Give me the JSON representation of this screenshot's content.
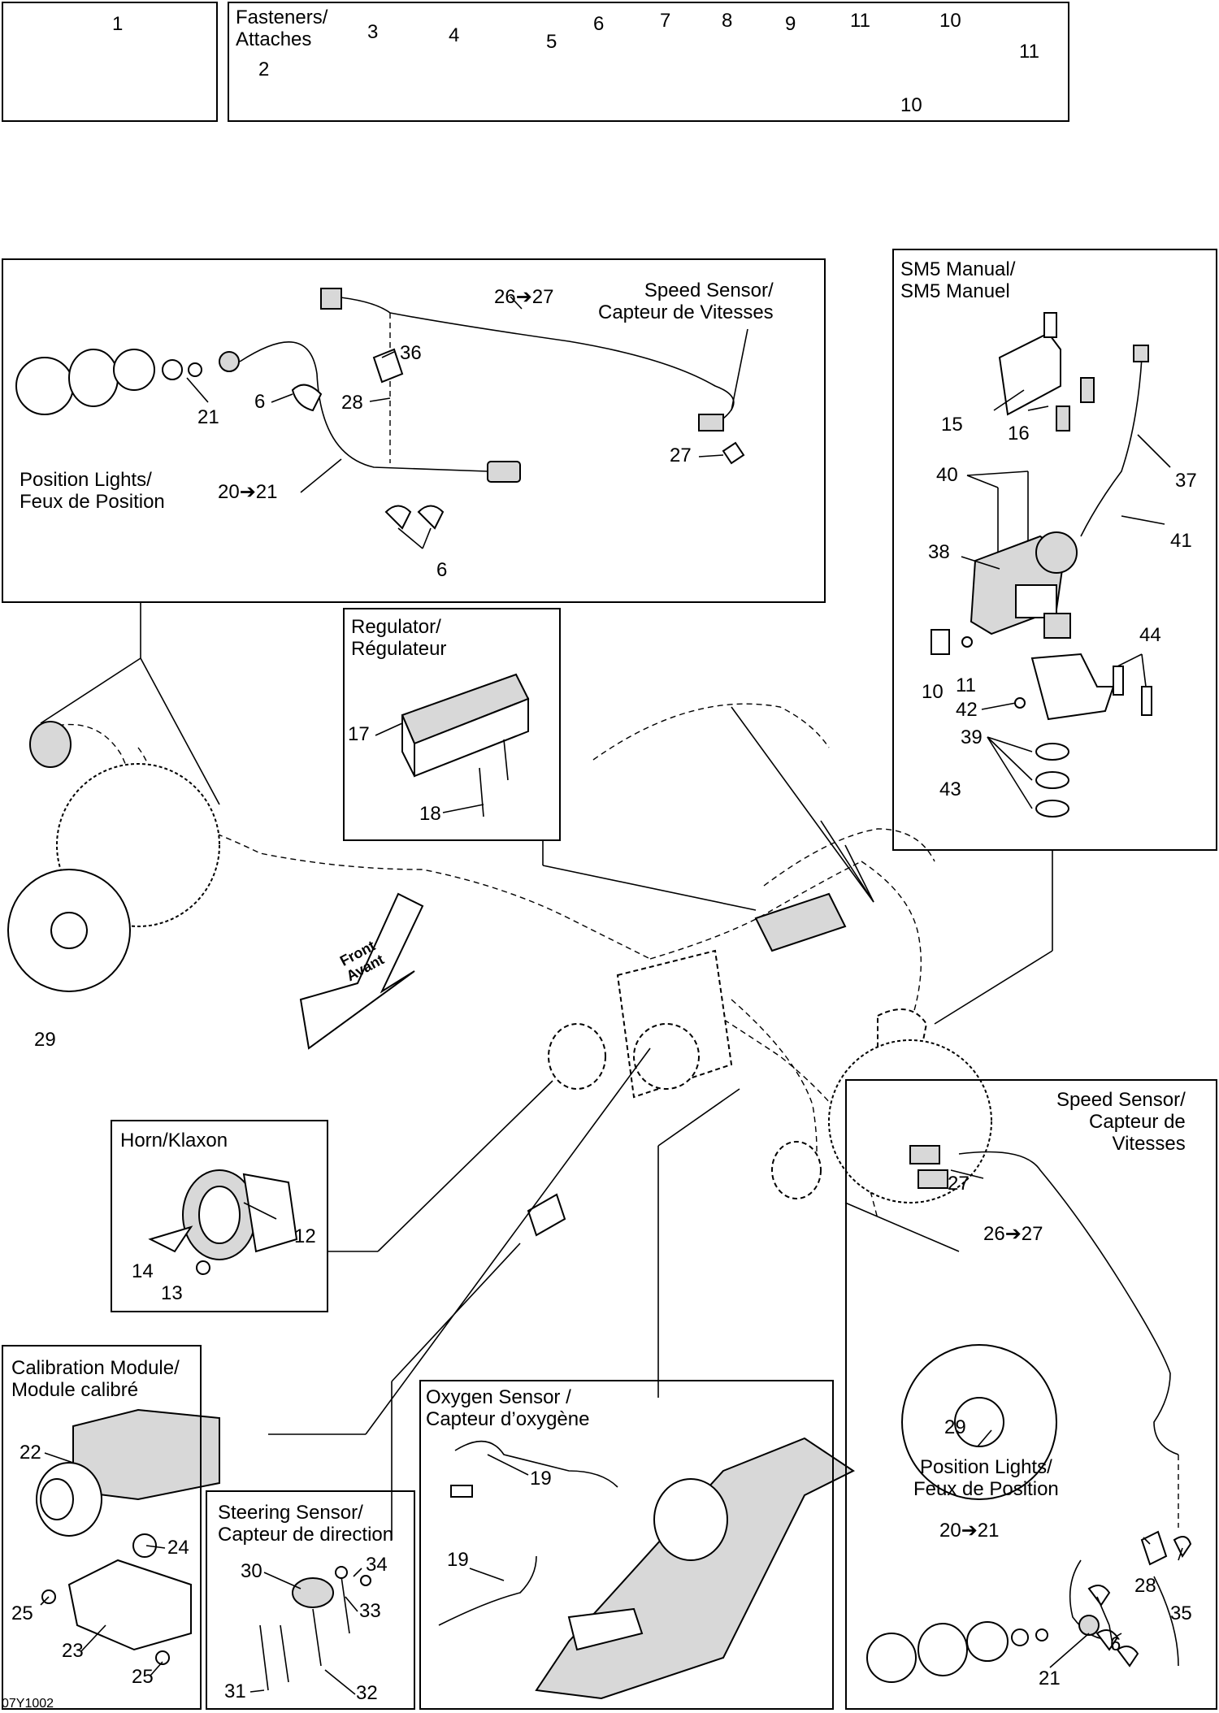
{
  "diagram_code": "07Y1002",
  "boxes": {
    "fasteners": {
      "title": "Fasteners/\nAttaches"
    },
    "speed_sensor_top": {
      "title": "Speed Sensor/\nCapteur de Vitesses",
      "ref": "26➔27"
    },
    "position_lights_top": {
      "title": "Position Lights/\nFeux de Position",
      "ref": "20➔21"
    },
    "sm5": {
      "title": "SM5 Manual/\nSM5 Manuel"
    },
    "regulator": {
      "title": "Regulator/\nRégulateur"
    },
    "horn": {
      "title": "Horn/Klaxon"
    },
    "speed_sensor_bottom": {
      "title": "Speed Sensor/\nCapteur de\nVitesses",
      "ref": "26➔27"
    },
    "position_lights_bottom": {
      "title": "Position Lights/\nFeux de Position",
      "ref": "20➔21"
    },
    "calibration": {
      "title": "Calibration Module/\nModule calibré"
    },
    "oxygen": {
      "title": "Oxygen Sensor /\nCapteur d’oxygène"
    },
    "steering": {
      "title": "Steering Sensor/\nCapteur de direction"
    }
  },
  "front_label": "Front\nAvant",
  "callouts": [
    "1",
    "2",
    "3",
    "4",
    "5",
    "6",
    "7",
    "8",
    "9",
    "11",
    "10",
    "11",
    "10",
    "36",
    "21",
    "6",
    "28",
    "27",
    "6",
    "15",
    "16",
    "37",
    "40",
    "41",
    "38",
    "11",
    "10",
    "44",
    "42",
    "39",
    "43",
    "17",
    "18",
    "29",
    "12",
    "14",
    "13",
    "27",
    "29",
    "28",
    "35",
    "6",
    "21",
    "22",
    "24",
    "25",
    "23",
    "25",
    "19",
    "19",
    "30",
    "34",
    "33",
    "31",
    "32"
  ],
  "colors": {
    "line": "#000000",
    "background": "#ffffff",
    "shade": "#d8d8d8"
  }
}
